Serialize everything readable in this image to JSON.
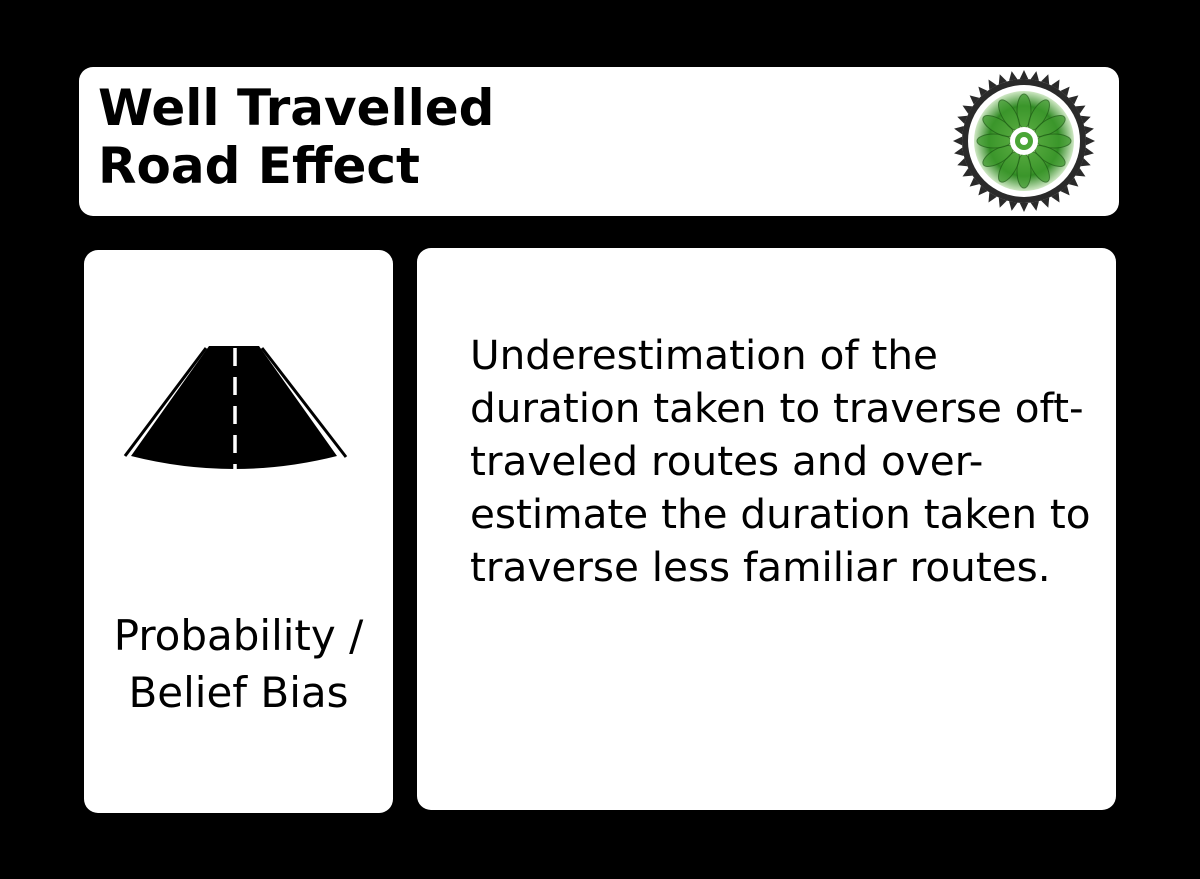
{
  "card": {
    "title_line1": "Well Travelled",
    "title_line2": "Road Effect",
    "category_line1": "Probability /",
    "category_line2": "Belief Bias",
    "description": "Underestimation of the duration taken to traverse oft-traveled routes and over-estimate the duration taken to traverse less familiar routes.",
    "icons": {
      "illustration": "road-icon",
      "badge": "green-seal-badge-icon"
    },
    "colors": {
      "background": "#000000",
      "panel": "#ffffff",
      "text": "#000000",
      "badge_green": "#3f9a2e"
    }
  }
}
